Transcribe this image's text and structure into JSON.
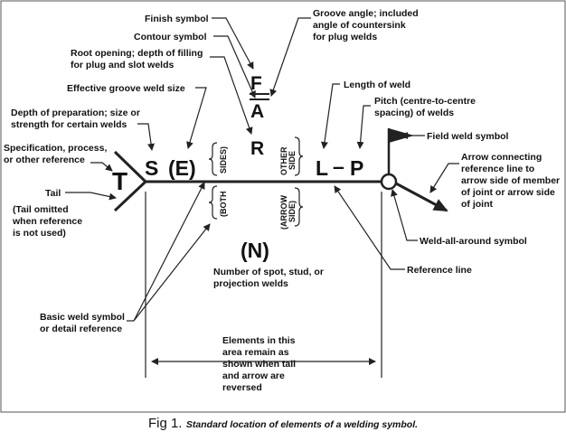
{
  "labels": {
    "finish_symbol": "Finish symbol",
    "contour_symbol": "Contour symbol",
    "root_opening": [
      "Root opening; depth of filling",
      "for plug and slot welds"
    ],
    "effective_groove": "Effective groove weld size",
    "depth_prep": [
      "Depth of preparation; size or",
      "strength for certain welds"
    ],
    "specification": [
      "Specification, process,",
      "or other reference"
    ],
    "tail": "Tail",
    "tail_omitted": [
      "(Tail omitted",
      "when reference",
      "is not used)"
    ],
    "groove_angle": [
      "Groove angle; included",
      "angle of countersink",
      "for plug welds"
    ],
    "length_of_weld": "Length of weld",
    "pitch": [
      "Pitch (centre-to-centre",
      "spacing) of welds"
    ],
    "field_weld": "Field weld symbol",
    "arrow_connecting": [
      "Arrow connecting",
      "reference line to",
      "arrow side of member",
      "of joint or arrow side",
      "of joint"
    ],
    "weld_all_around": "Weld-all-around symbol",
    "reference_line": "Reference line",
    "number_of_spot": [
      "Number of spot, stud, or",
      "projection welds"
    ],
    "basic_weld": [
      "Basic weld symbol",
      "or detail reference"
    ],
    "elements_area": [
      "Elements in this",
      "area remain as",
      "shown when tail",
      "and arrow are",
      "reversed"
    ]
  },
  "symbols": {
    "F": "F",
    "A": "A",
    "R": "R",
    "S": "S",
    "E": "(E)",
    "T": "T",
    "L": "L",
    "dash": "–",
    "P": "P",
    "N": "(N)"
  },
  "side_labels": {
    "sides": "SIDES)",
    "both": "(BOTH",
    "other_1": "OTHER",
    "other_2": "SIDE",
    "arrow_1": "(ARROW",
    "arrow_2": "SIDE)"
  },
  "caption": {
    "fig": "Fig 1.",
    "text": "Standard location of elements of a welding symbol."
  }
}
